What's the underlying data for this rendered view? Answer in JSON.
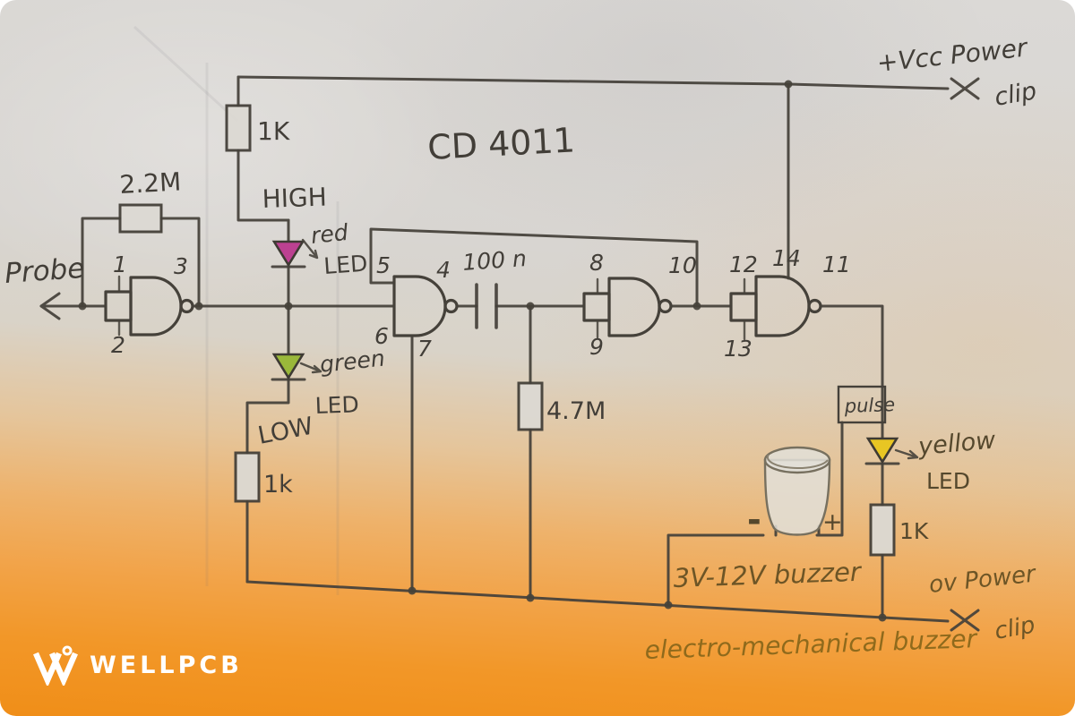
{
  "branding": {
    "logo_text": "WELLPCB"
  },
  "schematic": {
    "ic_title": "CD 4011",
    "probe_label": "Probe",
    "power": {
      "vcc": "+Vcc Power",
      "vcc_clip": "clip",
      "gnd": "ov Power",
      "gnd_clip": "clip"
    },
    "resistors": {
      "r_top": "1K",
      "r_feedback": "2.2M",
      "r_low": "1k",
      "r_timing": "4.7M",
      "r_led": "1K"
    },
    "capacitor": "100 n",
    "states": {
      "high": "HIGH",
      "low": "LOW",
      "pulse": "pulse"
    },
    "leds": {
      "red": {
        "label": "red",
        "sub": "LED",
        "color": "#bc4191"
      },
      "green": {
        "label": "green",
        "sub": "LED",
        "color": "#9ab83a"
      },
      "yellow": {
        "label": "yellow",
        "sub": "LED",
        "color": "#e8c623"
      }
    },
    "buzzer": {
      "label": "3V-12V buzzer",
      "minus": "-",
      "plus": "+",
      "caption": "electro-mechanical buzzer"
    },
    "pins": {
      "p1": "1",
      "p2": "2",
      "p3": "3",
      "p4": "4",
      "p5": "5",
      "p6": "6",
      "p7": "7",
      "p8": "8",
      "p9": "9",
      "p10": "10",
      "p11": "11",
      "p12": "12",
      "p13": "13",
      "p14": "14"
    }
  }
}
